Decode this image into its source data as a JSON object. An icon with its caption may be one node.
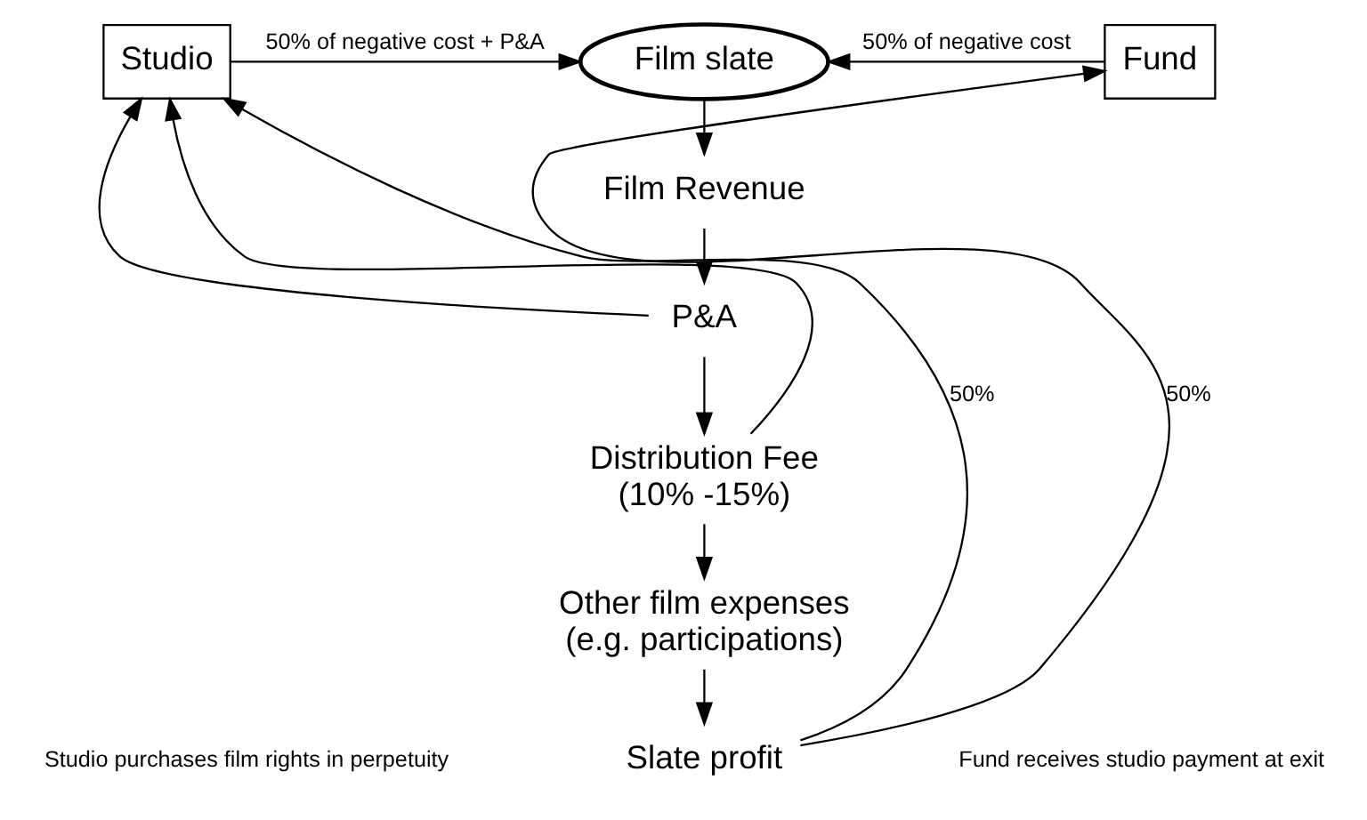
{
  "diagram": {
    "nodes": [
      {
        "text": [
          "Studio"
        ]
      },
      {
        "text": [
          "Film slate"
        ]
      },
      {
        "text": [
          "Fund"
        ]
      },
      {
        "text": [
          "Film Revenue"
        ]
      },
      {
        "text": [
          "P&A"
        ]
      },
      {
        "text": [
          "Distribution Fee"
        ],
        "beside": [
          "(10% -15%)"
        ]
      },
      {
        "text": [
          "Other film expenses"
        ],
        "beside": [
          "(e.g. participations)"
        ]
      },
      {
        "text": [
          "Slate profit"
        ]
      }
    ],
    "edges": [
      {
        "from": 0,
        "to": 1,
        "arrow": "to",
        "label": "50% of negative cost + P&A"
      },
      {
        "from": 2,
        "to": 1,
        "arrow": "to",
        "label": "50% of negative cost"
      },
      {
        "from": 1,
        "to": 3,
        "arrow": "to"
      },
      {
        "from": 3,
        "to": 4,
        "arrow": "to"
      },
      {
        "from": 4,
        "to": 5,
        "arrow": "to"
      },
      {
        "from": 5,
        "to": 6,
        "arrow": "to"
      },
      {
        "from": 6,
        "to": 7,
        "arrow": "to"
      },
      {
        "from": 4,
        "to": 0,
        "arrow": "to"
      },
      {
        "from": 5,
        "to": 0,
        "arrow": "to"
      },
      {
        "from": 7,
        "to": 0,
        "arrow": "to",
        "label": "50%"
      },
      {
        "from": 7,
        "to": 2,
        "arrow": "to",
        "label": "50%"
      }
    ],
    "labels": [
      "Studio purchases film rights in perpetuity",
      "Fund receives studio payment at exit"
    ]
  }
}
